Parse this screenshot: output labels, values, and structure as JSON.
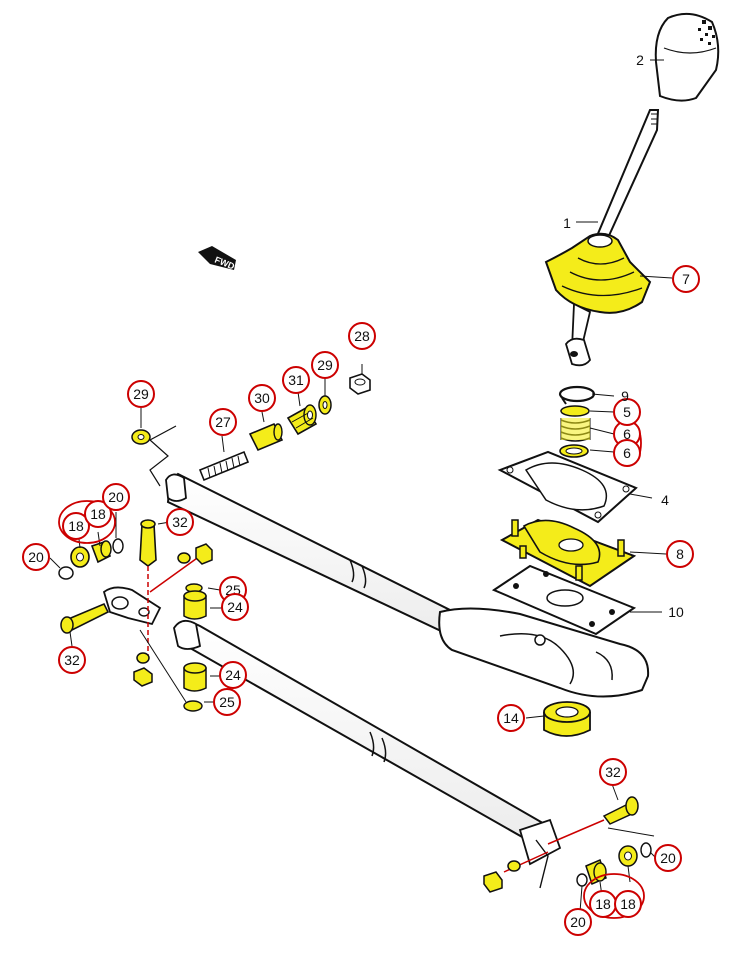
{
  "diagram": {
    "direction_marker": "FWD",
    "colors": {
      "highlight_fill": "#f4ec1a",
      "callout_circle": "#cc0000",
      "line": "#111111",
      "background": "#ffffff"
    },
    "callouts_circled": [
      {
        "id": "c7",
        "label": "7"
      },
      {
        "id": "c28",
        "label": "28"
      },
      {
        "id": "c29a",
        "label": "29"
      },
      {
        "id": "c29b",
        "label": "29"
      },
      {
        "id": "c31",
        "label": "31"
      },
      {
        "id": "c30",
        "label": "30"
      },
      {
        "id": "c27",
        "label": "27"
      },
      {
        "id": "c6a",
        "label": "6"
      },
      {
        "id": "c6b",
        "label": "6"
      },
      {
        "id": "c5",
        "label": "5"
      },
      {
        "id": "c8",
        "label": "8"
      },
      {
        "id": "c20a",
        "label": "20"
      },
      {
        "id": "c18a",
        "label": "18"
      },
      {
        "id": "c18b",
        "label": "18"
      },
      {
        "id": "c32a",
        "label": "32"
      },
      {
        "id": "c20b",
        "label": "20"
      },
      {
        "id": "c25a",
        "label": "25"
      },
      {
        "id": "c24a",
        "label": "24"
      },
      {
        "id": "c32b",
        "label": "32"
      },
      {
        "id": "c24b",
        "label": "24"
      },
      {
        "id": "c25b",
        "label": "25"
      },
      {
        "id": "c14",
        "label": "14"
      },
      {
        "id": "c32c",
        "label": "32"
      },
      {
        "id": "c20c",
        "label": "20"
      },
      {
        "id": "c18c",
        "label": "18"
      },
      {
        "id": "c18d",
        "label": "18"
      },
      {
        "id": "c20d",
        "label": "20"
      }
    ],
    "callouts_plain": [
      {
        "id": "p2",
        "label": "2"
      },
      {
        "id": "p1",
        "label": "1"
      },
      {
        "id": "p9",
        "label": "9"
      },
      {
        "id": "p4",
        "label": "4"
      },
      {
        "id": "p10",
        "label": "10"
      }
    ]
  }
}
